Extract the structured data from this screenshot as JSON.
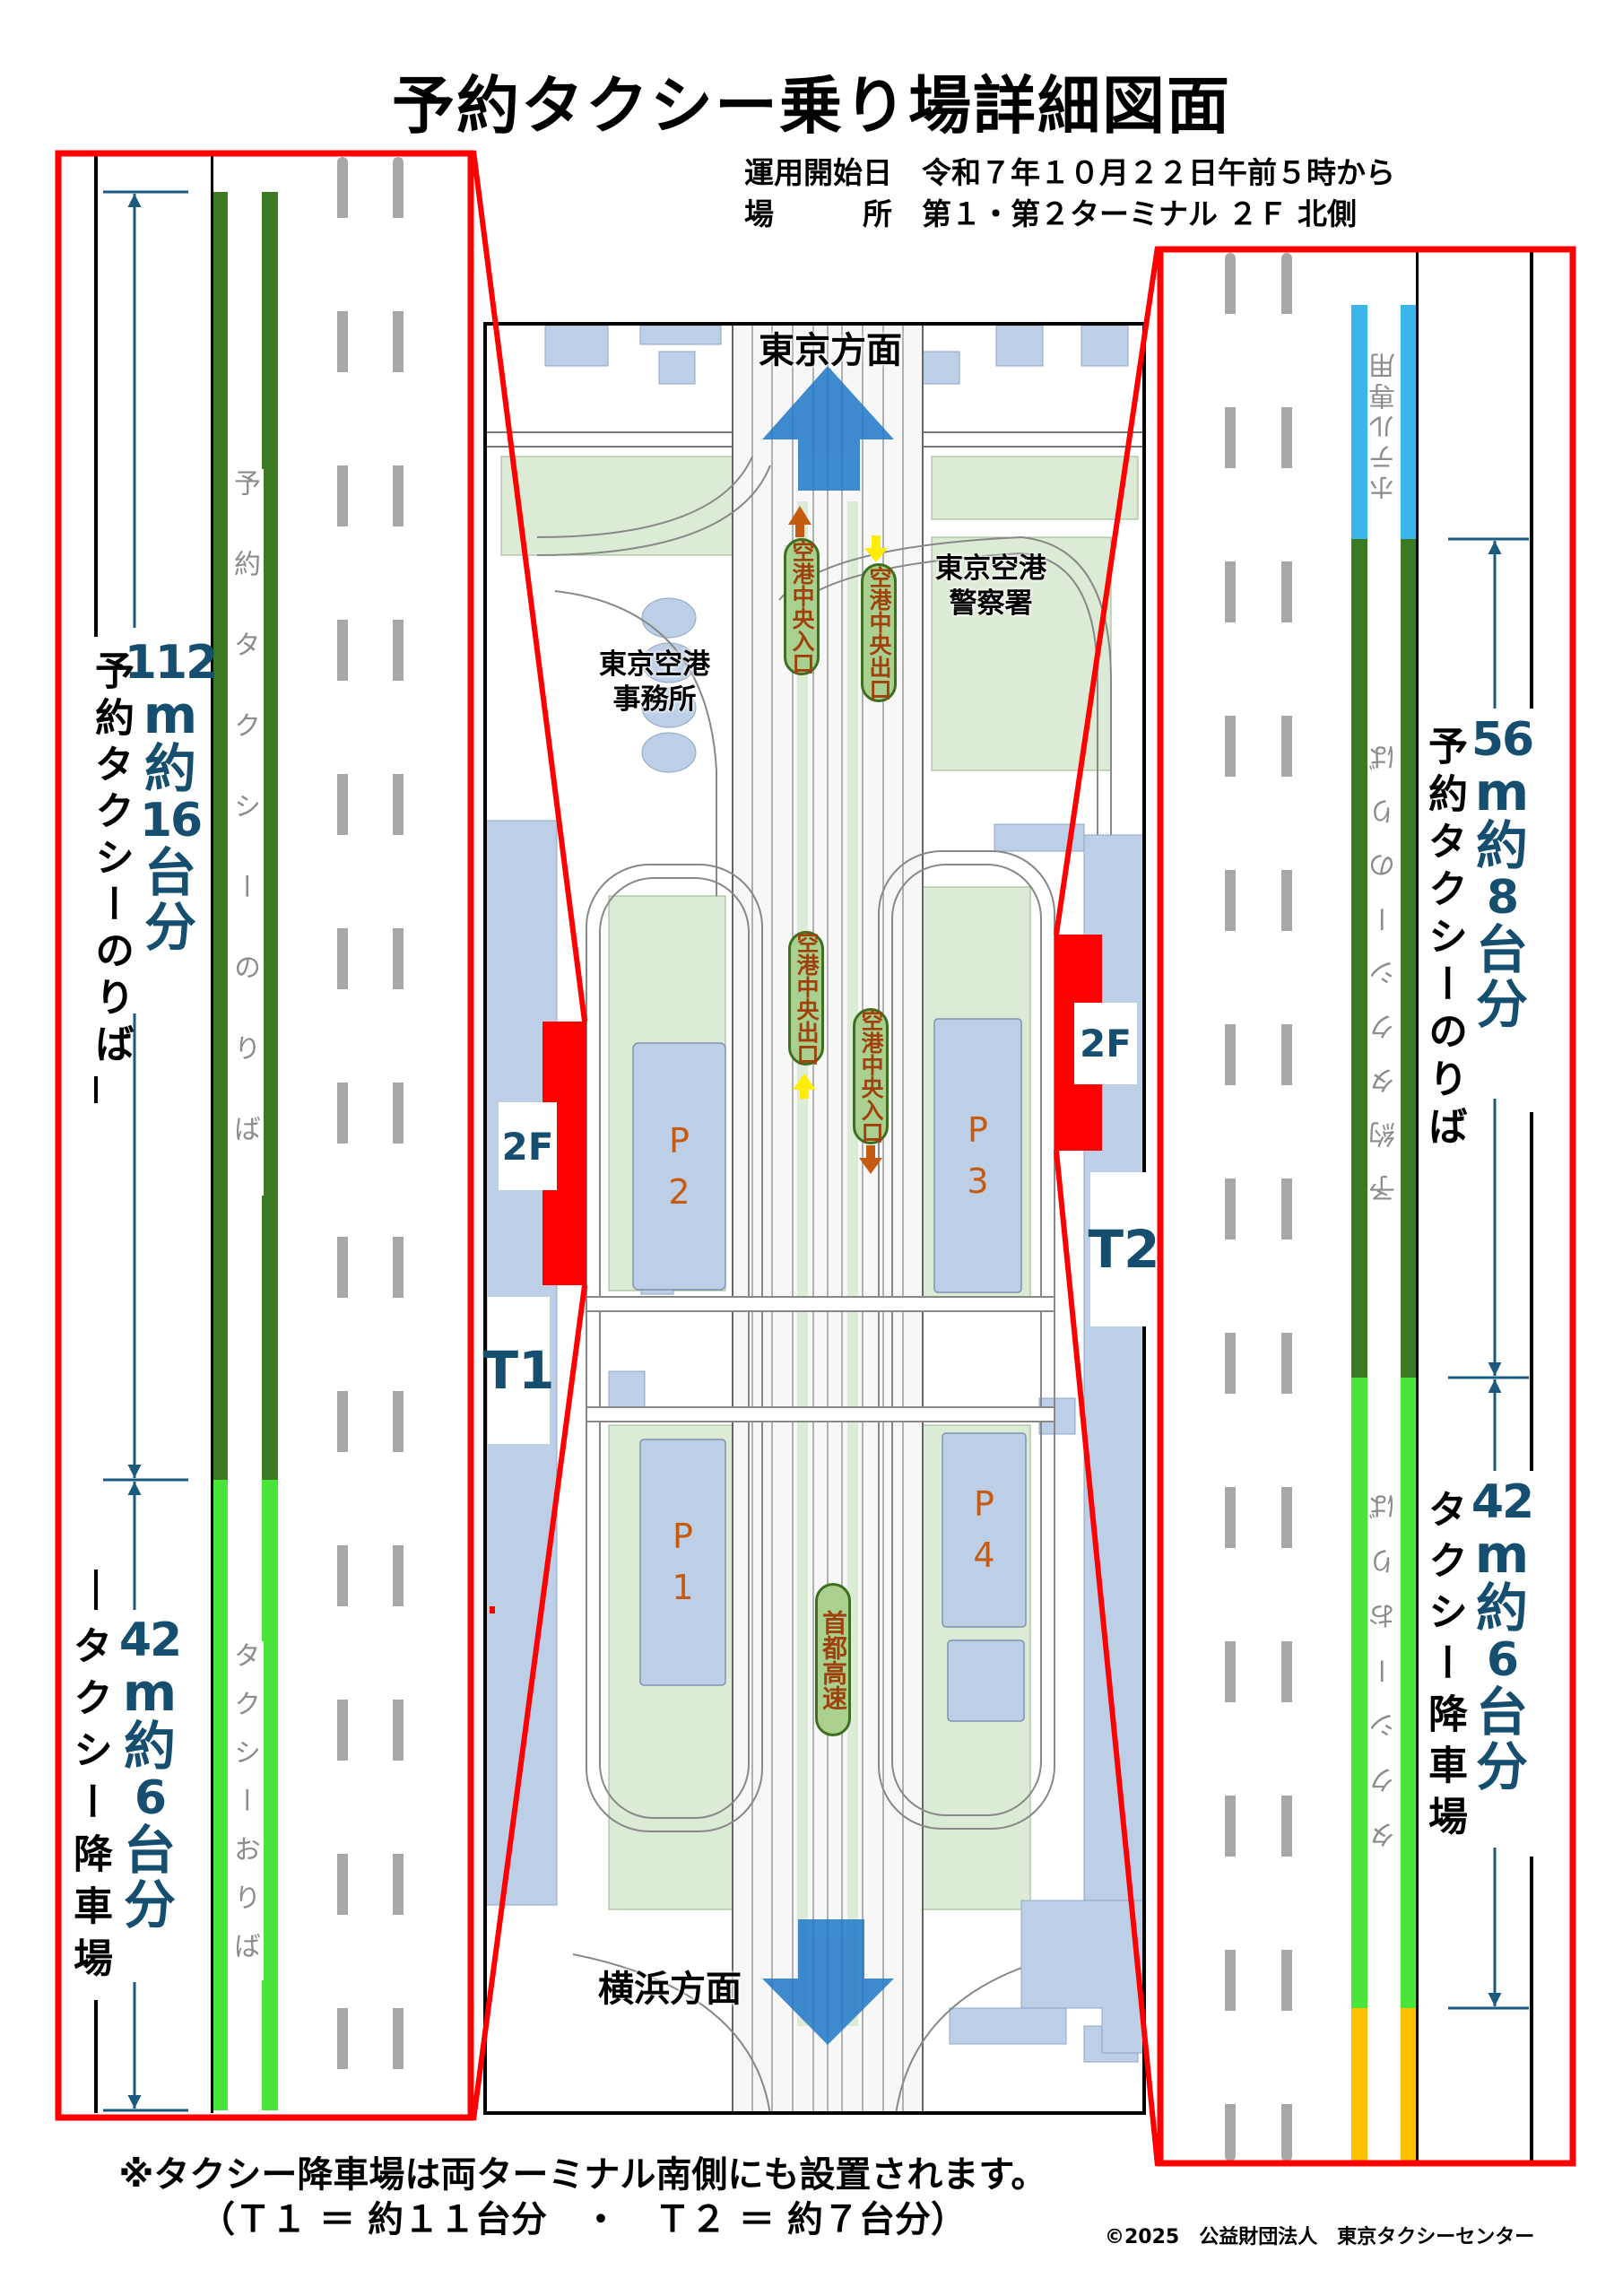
{
  "title": "予約タクシー乗り場詳細図面",
  "info": {
    "date_label": "運用開始日",
    "date_value": "令和７年１０月２２日午前５時から",
    "place_label": "場　　　所",
    "place_value": "第１・第２ターミナル ２Ｆ 北側"
  },
  "left_panel": {
    "pickup": {
      "label": "予約タクシーのりば",
      "length": "112",
      "unit": "m",
      "approx": "約",
      "count": "16",
      "count_unit_1": "台",
      "count_unit_2": "分",
      "lane_text": "予約タクシーのりば"
    },
    "dropoff": {
      "label": "タクシー降車場",
      "length": "42",
      "unit": "m",
      "approx": "約",
      "count": "6",
      "count_unit_1": "台",
      "count_unit_2": "分",
      "lane_text": "タクシーおりば"
    }
  },
  "right_panel": {
    "hotel_lane_text": "ホテル専用",
    "pickup": {
      "label": "予約タクシーのりば",
      "length": "56",
      "unit": "m",
      "approx": "約",
      "count": "8",
      "count_unit_1": "台",
      "count_unit_2": "分",
      "lane_text": "予約タクシーのりば"
    },
    "dropoff": {
      "label": "タクシー降車場",
      "length": "42",
      "unit": "m",
      "approx": "約",
      "count": "6",
      "count_unit_1": "台",
      "count_unit_2": "分",
      "lane_text": "タクシーおりば"
    }
  },
  "map": {
    "north_direction": "東京方面",
    "south_direction": "横浜方面",
    "office": {
      "line1": "東京空港",
      "line2": "事務所"
    },
    "police": {
      "line1": "東京空港",
      "line2": "警察署"
    },
    "ramps": {
      "north_entrance": "空港中央入口",
      "north_exit": "空港中央出口",
      "mid_exit": "空港中央出口",
      "mid_entrance": "空港中央入口",
      "expressway": "首都高速"
    },
    "parking": [
      {
        "letter": "P",
        "number": "1"
      },
      {
        "letter": "P",
        "number": "2"
      },
      {
        "letter": "P",
        "number": "3"
      },
      {
        "letter": "P",
        "number": "4"
      }
    ],
    "terminal1": "T1",
    "terminal2": "T2",
    "t1_floor": "2F",
    "t2_floor": "2F"
  },
  "footer": {
    "note_line1": "※タクシー降車場は両ターミナル南側にも設置されます。",
    "note_line2": "（Ｔ１ ＝ 約１１台分　・　Ｔ２ ＝ 約７台分）",
    "copyright": "©2025　公益財団法人　東京タクシーセンター"
  },
  "colors": {
    "highlight_red": "#ff0000",
    "pickup_lane": "#3b7a23",
    "dropoff_lane": "#4ae53a",
    "hotel_lane": "#3bb6ea",
    "other_lane": "#ffc000",
    "measure_blue": "#154e6e",
    "building_blue": "#bccfe6",
    "green_area": "#dcebd5"
  }
}
